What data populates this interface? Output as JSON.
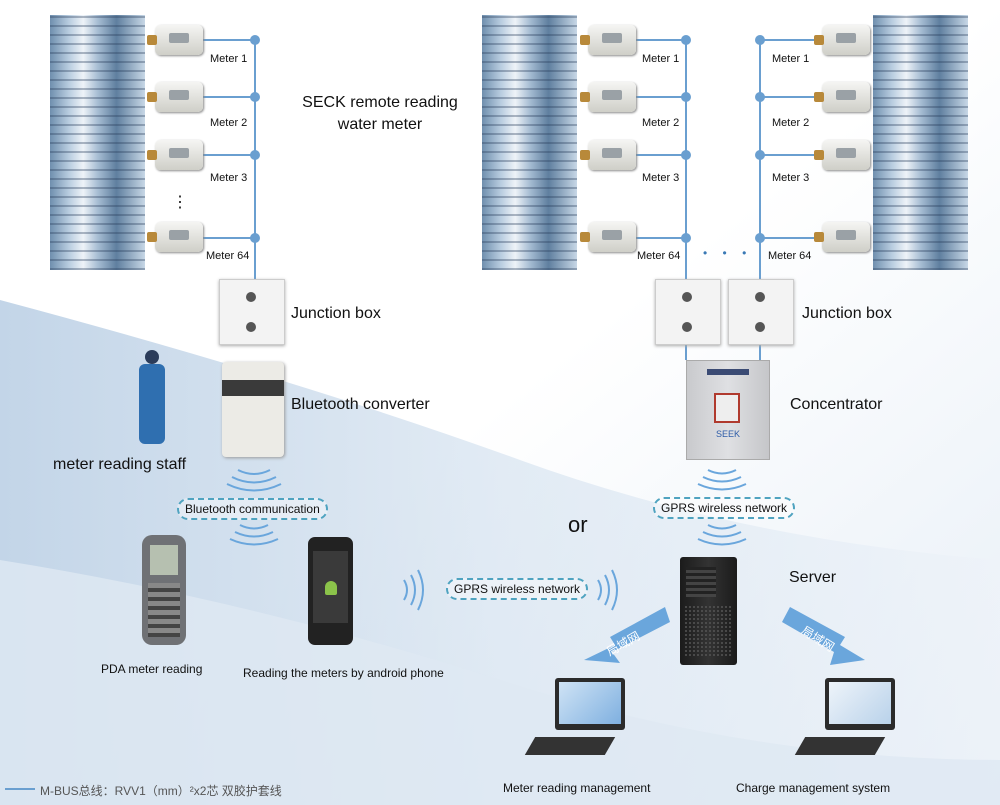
{
  "title": "SECK remote reading water meter",
  "left_system": {
    "meters": [
      "Meter 1",
      "Meter 2",
      "Meter 3",
      "Meter 64"
    ],
    "ellipsis": "⋮",
    "junction_box": "Junction box",
    "converter": "Bluetooth converter",
    "staff": "meter reading staff",
    "bluetooth": "Bluetooth communication",
    "pda": "PDA meter reading",
    "phone": "Reading the meters by android phone",
    "gprs": "GPRS wireless network"
  },
  "or_label": "or",
  "right_system": {
    "meters_a": [
      "Meter 1",
      "Meter 2",
      "Meter 3",
      "Meter 64"
    ],
    "meters_b": [
      "Meter 1",
      "Meter 2",
      "Meter 3",
      "Meter 64"
    ],
    "dots": "• • •",
    "junction_box": "Junction box",
    "concentrator": "Concentrator",
    "concentrator_brand": "SEEK",
    "gprs": "GPRS wireless network",
    "server": "Server",
    "lan_label": "局域网",
    "pc1": "Meter reading management",
    "pc2": "Charge management system"
  },
  "legend": {
    "text": "M-BUS总线：RVV1（mm）²x2芯 双胶护套线",
    "line_color": "#6a9fd0"
  },
  "colors": {
    "bus_line": "#6a9fd0",
    "dash": "#4fa3c0",
    "arrow": "#6aa6dc"
  }
}
